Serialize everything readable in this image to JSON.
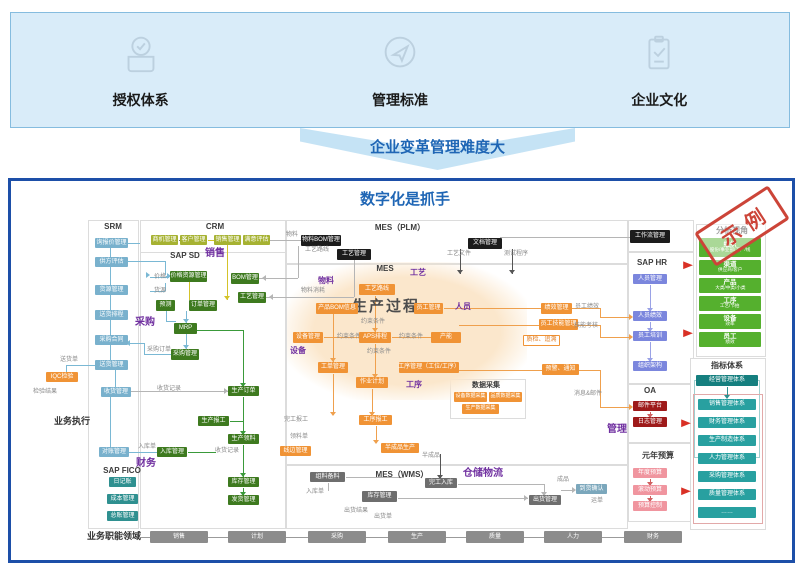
{
  "banner": {
    "items": [
      {
        "icon": "badge-check-icon",
        "label": "授权体系"
      },
      {
        "icon": "paper-plane-icon",
        "label": "管理标准"
      },
      {
        "icon": "clipboard-check-icon",
        "label": "企业文化"
      }
    ]
  },
  "funnel_label": "企业变革管理难度大",
  "diagram": {
    "title": "数字化是抓手",
    "stamp_label": "示例",
    "palette": {
      "blue": "#79b1cd",
      "olive": "#a6b232",
      "green": "#3e7a1f",
      "teal": "#2f9090",
      "orange": "#f09335",
      "black": "#1c1c1c",
      "gray": "#6e6e6e",
      "bluegray": "#7ba7bc",
      "hrblue": "#7b86dd",
      "darkred": "#9e1a1a",
      "pink": "#f0959f",
      "agreen": "#55b02e",
      "teal-ind": "#28a0a0",
      "teal-ind-dark": "#157f7f",
      "gray-btm": "#8c8c8c",
      "orange-outline": "#f09335",
      "red-arrow": "#d93025",
      "lbl-hdr": "#3c3c3c",
      "lbl-hdr-sm": "#3c3c3c",
      "lbl-purple": "#7030a0",
      "lbl-purple-lg": "#7030a0",
      "lbl-gray": "#8a8a8a",
      "lbl-big": "#4d4d4d",
      "lbl-black": "#333333",
      "title_blue": "#1f66b5",
      "border_blue": "#1d4fa8"
    },
    "nodes": [
      {
        "id": "srm-hdr",
        "label": "SRM",
        "style": "lbl-hdr"
      },
      {
        "id": "srm-box-1",
        "label": "询报价管理",
        "style": "blue"
      },
      {
        "id": "srm-box-2",
        "label": "供方评估",
        "style": "blue"
      },
      {
        "id": "srm-box-3",
        "label": "货源管理",
        "style": "blue"
      },
      {
        "id": "srm-box-4",
        "label": "送货排程",
        "style": "blue"
      },
      {
        "id": "srm-box-5",
        "label": "采购合同",
        "style": "blue"
      },
      {
        "id": "srm-box-6",
        "label": "送货管理",
        "style": "blue"
      },
      {
        "id": "iqc-box",
        "label": "IQC检验",
        "style": "orange"
      },
      {
        "id": "lbl-delivery-note",
        "label": "送货单",
        "style": "lbl-gray"
      },
      {
        "id": "lbl-inspect-result",
        "label": "检验结果",
        "style": "lbl-gray"
      },
      {
        "id": "lbl-biz-exec",
        "label": "业务执行",
        "style": "lbl-black"
      },
      {
        "id": "recv-box",
        "label": "收货管理",
        "style": "blue"
      },
      {
        "id": "reconcile-box",
        "label": "对账管理",
        "style": "blue"
      },
      {
        "id": "lbl-inbound-note-1",
        "label": "入库单",
        "style": "lbl-gray"
      },
      {
        "id": "lbl-finance",
        "label": "财务",
        "style": "lbl-purple-lg"
      },
      {
        "id": "fico-hdr",
        "label": "SAP FICO",
        "style": "lbl-hdr"
      },
      {
        "id": "fico-box-1",
        "label": "日记账",
        "style": "teal"
      },
      {
        "id": "fico-box-2",
        "label": "成本管理",
        "style": "teal"
      },
      {
        "id": "fico-box-3",
        "label": "总账管理",
        "style": "teal"
      },
      {
        "id": "crm-hdr",
        "label": "CRM",
        "style": "lbl-hdr"
      },
      {
        "id": "crm-box-1",
        "label": "商机管理",
        "style": "olive"
      },
      {
        "id": "crm-box-2",
        "label": "客户管理",
        "style": "olive"
      },
      {
        "id": "crm-box-3",
        "label": "销售管理",
        "style": "olive"
      },
      {
        "id": "crm-box-4",
        "label": "满意评估",
        "style": "olive"
      },
      {
        "id": "sd-hdr",
        "label": "SAP SD",
        "style": "lbl-hdr"
      },
      {
        "id": "lbl-sales",
        "label": "销售",
        "style": "lbl-purple-lg"
      },
      {
        "id": "sd-price-box",
        "label": "价格资源管理",
        "style": "green"
      },
      {
        "id": "lbl-price",
        "label": "价格",
        "style": "lbl-gray"
      },
      {
        "id": "lbl-source",
        "label": "货源",
        "style": "lbl-gray"
      },
      {
        "id": "bom-box",
        "label": "BOM管理",
        "style": "green"
      },
      {
        "id": "craft-box",
        "label": "工艺管理",
        "style": "green"
      },
      {
        "id": "forecast-box",
        "label": "预测",
        "style": "green"
      },
      {
        "id": "order-box",
        "label": "订单管理",
        "style": "green"
      },
      {
        "id": "mrp-box",
        "label": "MRP",
        "style": "green"
      },
      {
        "id": "purchase-box",
        "label": "采购管理",
        "style": "green"
      },
      {
        "id": "lbl-procure",
        "label": "采购",
        "style": "lbl-purple-lg"
      },
      {
        "id": "lbl-po",
        "label": "采购订单",
        "style": "lbl-gray"
      },
      {
        "id": "plm-hdr",
        "label": "MES（PLM）",
        "style": "lbl-hdr"
      },
      {
        "id": "plm-bom-box",
        "label": "物料BOM管理",
        "style": "black"
      },
      {
        "id": "plm-craft-box",
        "label": "工艺管理",
        "style": "black"
      },
      {
        "id": "plm-doc-box",
        "label": "文档管理",
        "style": "black"
      },
      {
        "id": "lbl-material-plm",
        "label": "物料",
        "style": "lbl-gray"
      },
      {
        "id": "lbl-craft-route-plm",
        "label": "工艺路线",
        "style": "lbl-gray"
      },
      {
        "id": "lbl-craft-file",
        "label": "工艺文件",
        "style": "lbl-gray"
      },
      {
        "id": "lbl-test-prog",
        "label": "测试程序",
        "style": "lbl-gray"
      },
      {
        "id": "mes-hdr",
        "label": "MES",
        "style": "lbl-hdr"
      },
      {
        "id": "lbl-craft",
        "label": "工艺",
        "style": "lbl-purple"
      },
      {
        "id": "lbl-material",
        "label": "物料",
        "style": "lbl-purple"
      },
      {
        "id": "lbl-material-consume",
        "label": "物料消耗",
        "style": "lbl-gray"
      },
      {
        "id": "mes-craft-route-box",
        "label": "工艺路线",
        "style": "orange"
      },
      {
        "id": "lbl-production-process",
        "label": "生产过程",
        "style": "lbl-big"
      },
      {
        "id": "mes-bom-box",
        "label": "产品BOM信息",
        "style": "orange"
      },
      {
        "id": "mes-staff-box",
        "label": "员工管理",
        "style": "orange"
      },
      {
        "id": "lbl-personnel",
        "label": "人员",
        "style": "lbl-purple"
      },
      {
        "id": "lbl-constraint-1",
        "label": "约束条件",
        "style": "lbl-gray"
      },
      {
        "id": "lbl-constraint-2",
        "label": "约束条件",
        "style": "lbl-gray"
      },
      {
        "id": "lbl-constraint-3",
        "label": "约束条件",
        "style": "lbl-gray"
      },
      {
        "id": "lbl-constraint-4",
        "label": "约束条件",
        "style": "lbl-gray"
      },
      {
        "id": "mes-equip-box",
        "label": "设备管理",
        "style": "orange"
      },
      {
        "id": "mes-aps-box",
        "label": "APS排程",
        "style": "orange"
      },
      {
        "id": "mes-capacity-box",
        "label": "产能",
        "style": "orange"
      },
      {
        "id": "lbl-equipment",
        "label": "设备",
        "style": "lbl-purple"
      },
      {
        "id": "mes-workorder-box",
        "label": "工单管理",
        "style": "orange"
      },
      {
        "id": "mes-process-box",
        "label": "工序管理（工位/工序）",
        "style": "orange"
      },
      {
        "id": "mes-plan-box",
        "label": "作业计划",
        "style": "orange"
      },
      {
        "id": "lbl-process",
        "label": "工序",
        "style": "lbl-purple"
      },
      {
        "id": "qc-trace-box",
        "label": "质检、追溯",
        "style": "orange-outline"
      },
      {
        "id": "dc-hdr",
        "label": "数据采集",
        "style": "lbl-hdr-sm"
      },
      {
        "id": "dc-box-1",
        "label": "设备数据采集",
        "style": "orange"
      },
      {
        "id": "dc-box-2",
        "label": "品质数据采集",
        "style": "orange"
      },
      {
        "id": "dc-box-3",
        "label": "生产数据采集",
        "style": "orange"
      },
      {
        "id": "perf-box",
        "label": "绩效管理",
        "style": "orange"
      },
      {
        "id": "skill-box",
        "label": "员工技能管理",
        "style": "orange"
      },
      {
        "id": "alert-box",
        "label": "预警、通知",
        "style": "orange"
      },
      {
        "id": "lbl-staff-perf",
        "label": "员工绩效",
        "style": "lbl-gray"
      },
      {
        "id": "lbl-skill-exam",
        "label": "技能考核",
        "style": "lbl-gray"
      },
      {
        "id": "lbl-msg-mail",
        "label": "消息&邮件",
        "style": "lbl-gray"
      },
      {
        "id": "prod-order-box",
        "label": "生产订单",
        "style": "green"
      },
      {
        "id": "prod-report-box",
        "label": "生产报工",
        "style": "green"
      },
      {
        "id": "prod-pick-box",
        "label": "生产领料",
        "style": "green"
      },
      {
        "id": "stock-box",
        "label": "库存管理",
        "style": "green"
      },
      {
        "id": "ship-box",
        "label": "发货管理",
        "style": "green"
      },
      {
        "id": "inbound-box",
        "label": "入库管理",
        "style": "green"
      },
      {
        "id": "lbl-recv-record-1",
        "label": "收货记录",
        "style": "lbl-gray"
      },
      {
        "id": "lbl-recv-record-2",
        "label": "收货记录",
        "style": "lbl-gray"
      },
      {
        "id": "wms-hdr",
        "label": "MES（WMS）",
        "style": "lbl-hdr"
      },
      {
        "id": "lbl-warehouse-logistics",
        "label": "仓储物流",
        "style": "lbl-purple-lg"
      },
      {
        "id": "wms-process-report-box",
        "label": "工序报工",
        "style": "orange"
      },
      {
        "id": "lbl-finish-report",
        "label": "完工报工",
        "style": "lbl-gray"
      },
      {
        "id": "lbl-pick-note",
        "label": "领料单",
        "style": "lbl-gray"
      },
      {
        "id": "lineside-box",
        "label": "线边管理",
        "style": "orange"
      },
      {
        "id": "semi-prod-box",
        "label": "半成品生产",
        "style": "orange"
      },
      {
        "id": "lbl-semi-product",
        "label": "半成品",
        "style": "lbl-gray"
      },
      {
        "id": "kitting-box",
        "label": "组料备料",
        "style": "gray"
      },
      {
        "id": "finish-in-box",
        "label": "完工入库",
        "style": "gray"
      },
      {
        "id": "wms-stock-box",
        "label": "库存管理",
        "style": "gray"
      },
      {
        "id": "outbound-box",
        "label": "出货管理",
        "style": "gray"
      },
      {
        "id": "arrival-box",
        "label": "到货确认",
        "style": "bluegray"
      },
      {
        "id": "lbl-finished-goods",
        "label": "成品",
        "style": "lbl-gray"
      },
      {
        "id": "lbl-waybill",
        "label": "运单",
        "style": "lbl-gray"
      },
      {
        "id": "lbl-inbound-note-2",
        "label": "入库单",
        "style": "lbl-gray"
      },
      {
        "id": "lbl-outbound-result",
        "label": "出货结果",
        "style": "lbl-gray"
      },
      {
        "id": "lbl-outbound-note",
        "label": "出货单",
        "style": "lbl-gray"
      },
      {
        "id": "workflow-box",
        "label": "工作流管理",
        "style": "black"
      },
      {
        "id": "hr-hdr",
        "label": "SAP HR",
        "style": "lbl-hdr"
      },
      {
        "id": "hr-box-1",
        "label": "人员管理",
        "style": "hrblue"
      },
      {
        "id": "hr-box-2",
        "label": "人员绩效",
        "style": "hrblue"
      },
      {
        "id": "hr-box-3",
        "label": "员工培训",
        "style": "hrblue"
      },
      {
        "id": "hr-box-4",
        "label": "组织架构",
        "style": "hrblue"
      },
      {
        "id": "oa-hdr",
        "label": "OA",
        "style": "lbl-hdr"
      },
      {
        "id": "oa-box-1",
        "label": "邮件平台",
        "style": "darkred"
      },
      {
        "id": "oa-box-2",
        "label": "日志管理",
        "style": "darkred"
      },
      {
        "id": "lbl-manage",
        "label": "管理",
        "style": "lbl-purple-lg"
      },
      {
        "id": "budget-hdr",
        "label": "元年预算",
        "style": "lbl-hdr"
      },
      {
        "id": "budget-box-1",
        "label": "年度预算",
        "style": "pink"
      },
      {
        "id": "budget-box-2",
        "label": "滚动预算",
        "style": "pink"
      },
      {
        "id": "budget-box-3",
        "label": "预算控制",
        "style": "pink"
      },
      {
        "id": "analysis-hdr",
        "label": "分析视角",
        "style": "lbl-hdr"
      },
      {
        "id": "ana-box-1",
        "label": "组织",
        "sub": "股份/事业部/工厂/线",
        "style": "agreen"
      },
      {
        "id": "ana-box-2",
        "label": "渠道",
        "sub": "供应商/客户",
        "style": "agreen"
      },
      {
        "id": "ana-box-3",
        "label": "产品",
        "sub": "大类/中类/小类",
        "style": "agreen"
      },
      {
        "id": "ana-box-4",
        "label": "工序",
        "sub": "工艺/节拍",
        "style": "agreen"
      },
      {
        "id": "ana-box-5",
        "label": "设备",
        "sub": "效率",
        "style": "agreen"
      },
      {
        "id": "ana-box-6",
        "label": "员工",
        "sub": "绩效",
        "style": "agreen"
      },
      {
        "id": "indicator-hdr",
        "label": "指标体系",
        "style": "lbl-hdr"
      },
      {
        "id": "ind-box-0",
        "label": "经营管理体系",
        "style": "teal-ind-dark"
      },
      {
        "id": "ind-box-1",
        "label": "销售管理体系",
        "style": "teal-ind"
      },
      {
        "id": "ind-box-2",
        "label": "财务管理体系",
        "style": "teal-ind"
      },
      {
        "id": "ind-box-3",
        "label": "生产制造体系",
        "style": "teal-ind"
      },
      {
        "id": "ind-box-4",
        "label": "人力管理体系",
        "style": "teal-ind"
      },
      {
        "id": "ind-box-5",
        "label": "采购管理体系",
        "style": "teal-ind"
      },
      {
        "id": "ind-box-6",
        "label": "质量管理体系",
        "style": "teal-ind"
      },
      {
        "id": "ind-box-7",
        "label": "……",
        "style": "teal-ind"
      },
      {
        "id": "red-arrow-1",
        "label": "►",
        "style": "red-arrow"
      },
      {
        "id": "red-arrow-2",
        "label": "►",
        "style": "red-arrow"
      },
      {
        "id": "red-arrow-3",
        "label": "►",
        "style": "red-arrow"
      },
      {
        "id": "red-arrow-4",
        "label": "►",
        "style": "red-arrow"
      },
      {
        "id": "bottom-hdr",
        "label": "业务职能领域",
        "style": "lbl-black"
      },
      {
        "id": "bottom-box-1",
        "label": "销售",
        "style": "gray-btm"
      },
      {
        "id": "bottom-box-2",
        "label": "计划",
        "style": "gray-btm"
      },
      {
        "id": "bottom-box-3",
        "label": "采购",
        "style": "gray-btm"
      },
      {
        "id": "bottom-box-4",
        "label": "生产",
        "style": "gray-btm"
      },
      {
        "id": "bottom-box-5",
        "label": "质量",
        "style": "gray-btm"
      },
      {
        "id": "bottom-box-6",
        "label": "人力",
        "style": "gray-btm"
      },
      {
        "id": "bottom-box-7",
        "label": "财务",
        "style": "gray-btm"
      }
    ]
  }
}
